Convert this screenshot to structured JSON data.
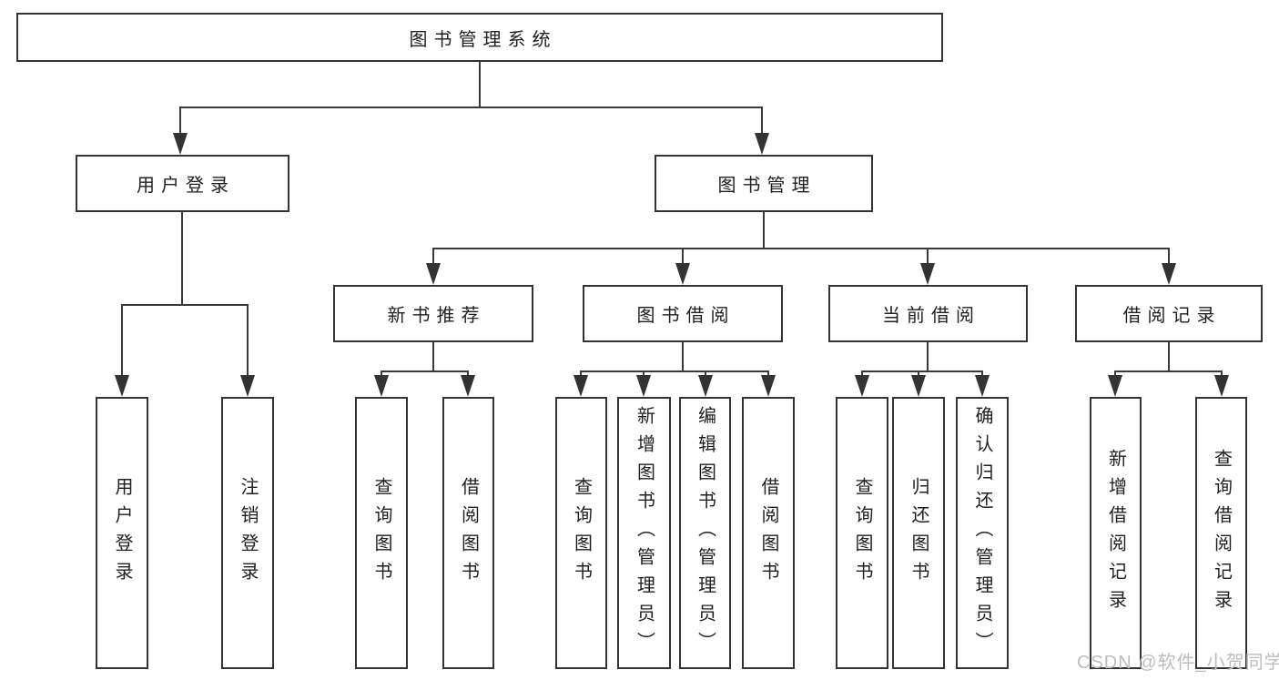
{
  "diagram_title": "图书管理系统",
  "tree": {
    "label": "图书管理系统",
    "children": [
      {
        "label": "用户登录",
        "children": [
          {
            "label": "用户登录"
          },
          {
            "label": "注销登录"
          }
        ]
      },
      {
        "label": "图书管理",
        "children": [
          {
            "label": "新书推荐",
            "children": [
              {
                "label": "查询图书"
              },
              {
                "label": "借阅图书"
              }
            ]
          },
          {
            "label": "图书借阅",
            "children": [
              {
                "label": "查询图书"
              },
              {
                "label": "新增图书（管理员）"
              },
              {
                "label": "编辑图书（管理员）"
              },
              {
                "label": "借阅图书"
              }
            ]
          },
          {
            "label": "当前借阅",
            "children": [
              {
                "label": "查询图书"
              },
              {
                "label": "归还图书"
              },
              {
                "label": "确认归还（管理员）"
              }
            ]
          },
          {
            "label": "借阅记录",
            "children": [
              {
                "label": "新增借阅记录"
              },
              {
                "label": "查询借阅记录"
              }
            ]
          }
        ]
      }
    ]
  },
  "watermark": "CSDN @软件_小贺同学",
  "colors": {
    "background": "#ffffff",
    "box_border": "#333333",
    "connector_line": "#3a3a3a",
    "text": "#1f1f1f",
    "watermark": "#bdbdbd"
  }
}
